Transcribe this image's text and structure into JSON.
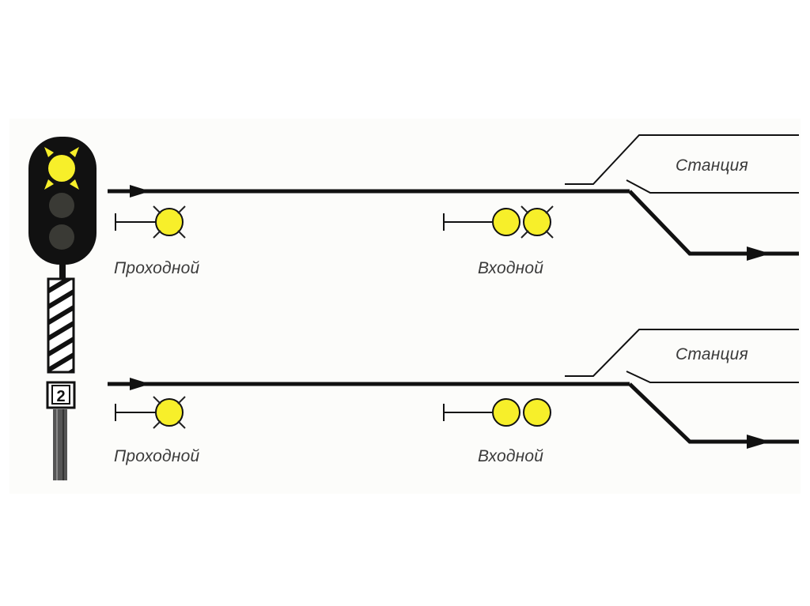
{
  "diagram": {
    "signal_post": {
      "plate_number": "2",
      "lamp_colors": {
        "lit": "#f7ef2a",
        "unlit": "#3a3a35",
        "head": "#111111"
      }
    },
    "scenarios": [
      {
        "station_label": "Станция",
        "pass_signal_label": "Проходной",
        "entry_signal_label": "Входной",
        "pass_signal": {
          "lamps": [
            "yellow"
          ],
          "flashing": true
        },
        "entry_signal": {
          "lamps": [
            "yellow",
            "yellow"
          ],
          "flashing_upper": true
        }
      },
      {
        "station_label": "Станция",
        "pass_signal_label": "Проходной",
        "entry_signal_label": "Входной",
        "pass_signal": {
          "lamps": [
            "yellow"
          ],
          "flashing": true
        },
        "entry_signal": {
          "lamps": [
            "yellow",
            "yellow"
          ],
          "flashing_upper": false
        }
      }
    ],
    "colors": {
      "track": "#111111",
      "lamp_yellow": "#f7ef2a",
      "background": "#fcfcfa"
    }
  }
}
